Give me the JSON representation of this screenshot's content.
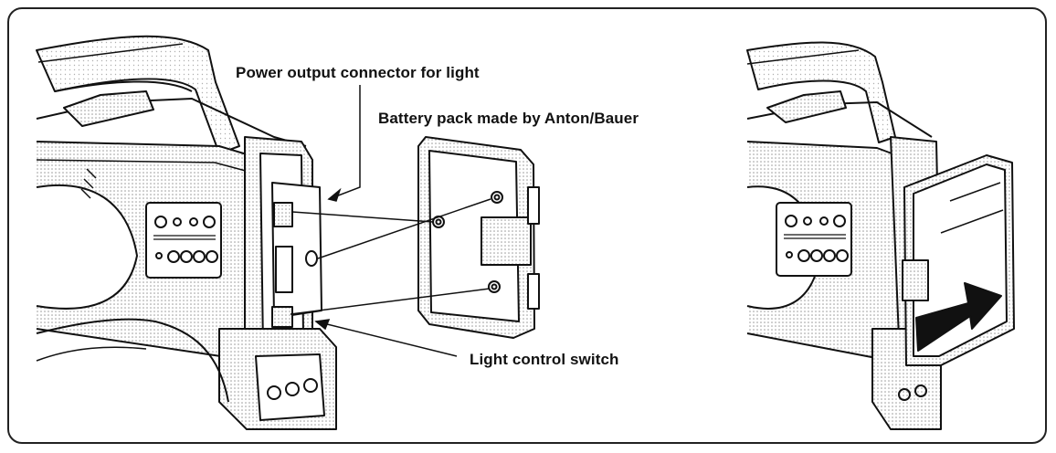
{
  "labels": {
    "power_output": "Power output connector for light",
    "battery_pack": "Battery pack made by Anton/Bauer",
    "light_switch": "Light control switch"
  }
}
